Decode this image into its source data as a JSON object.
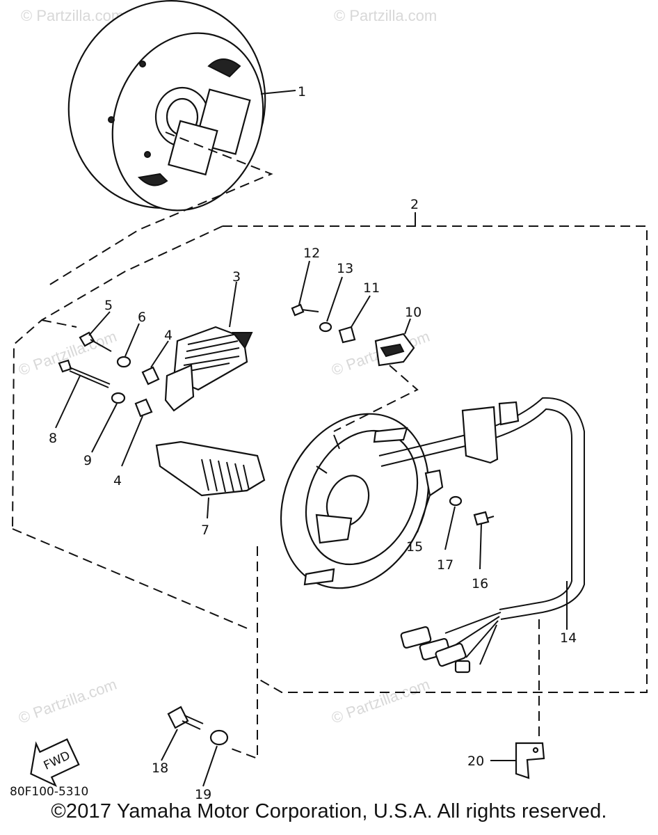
{
  "watermark": "© Partzilla.com",
  "diagram_code": "80F100-5310",
  "fwd_label": "FWD",
  "copyright": "©2017 Yamaha Motor Corporation, U.S.A. All rights reserved.",
  "callouts": {
    "c1": "1",
    "c2": "2",
    "c3": "3",
    "c4a": "4",
    "c4b": "4",
    "c5": "5",
    "c6": "6",
    "c7": "7",
    "c8": "8",
    "c9": "9",
    "c10": "10",
    "c11": "11",
    "c12": "12",
    "c13": "13",
    "c14": "14",
    "c15": "15",
    "c16": "16",
    "c17": "17",
    "c18": "18",
    "c19": "19",
    "c20": "20"
  }
}
